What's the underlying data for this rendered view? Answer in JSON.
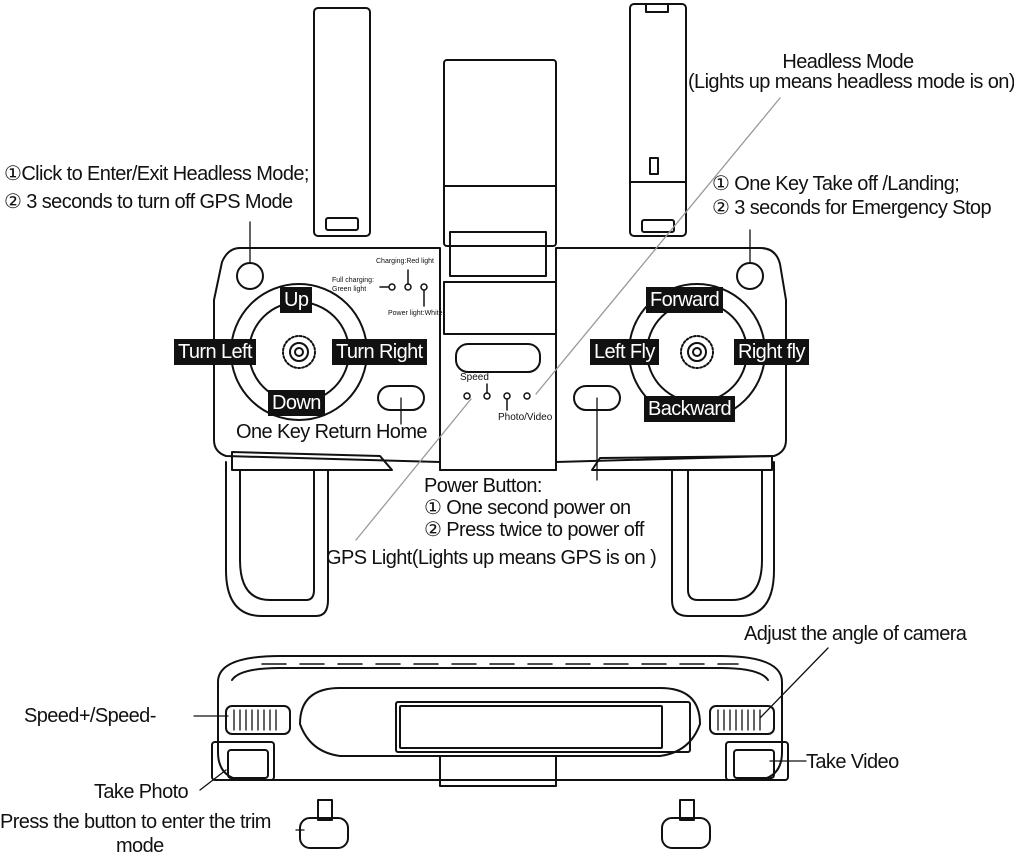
{
  "remote_top": {
    "left_button_note": [
      "①Click to Enter/Exit Headless Mode;",
      "② 3 seconds to turn off GPS Mode"
    ],
    "right_button_note": [
      "① One Key Take off /Landing;",
      "② 3 seconds for Emergency Stop"
    ],
    "headless_mode": [
      "Headless Mode",
      "(Lights up means headless mode is on)"
    ],
    "led_labels": {
      "charging": "Charging:Red light",
      "full_charging": [
        "Full charging:",
        "Green light"
      ],
      "power_light": "Power light:White",
      "speed": "Speed",
      "photo_video": "Photo/Video"
    },
    "left_stick": {
      "up": "Up",
      "down": "Down",
      "left": "Turn Left",
      "right": "Turn Right"
    },
    "right_stick": {
      "up": "Forward",
      "down": "Backward",
      "left": "Left Fly",
      "right": "Right fly"
    },
    "return_home": "One Key Return Home",
    "power_button": [
      "Power Button:",
      "① One second power on",
      "② Press twice to power off"
    ],
    "gps_light": "GPS Light(Lights up means GPS is on )"
  },
  "remote_front": {
    "camera_angle": "Adjust the angle of camera",
    "speed": "Speed+/Speed-",
    "take_video": "Take Video",
    "take_photo": [
      "Take Photo",
      "Press the button to enter the trim",
      "mode"
    ]
  }
}
